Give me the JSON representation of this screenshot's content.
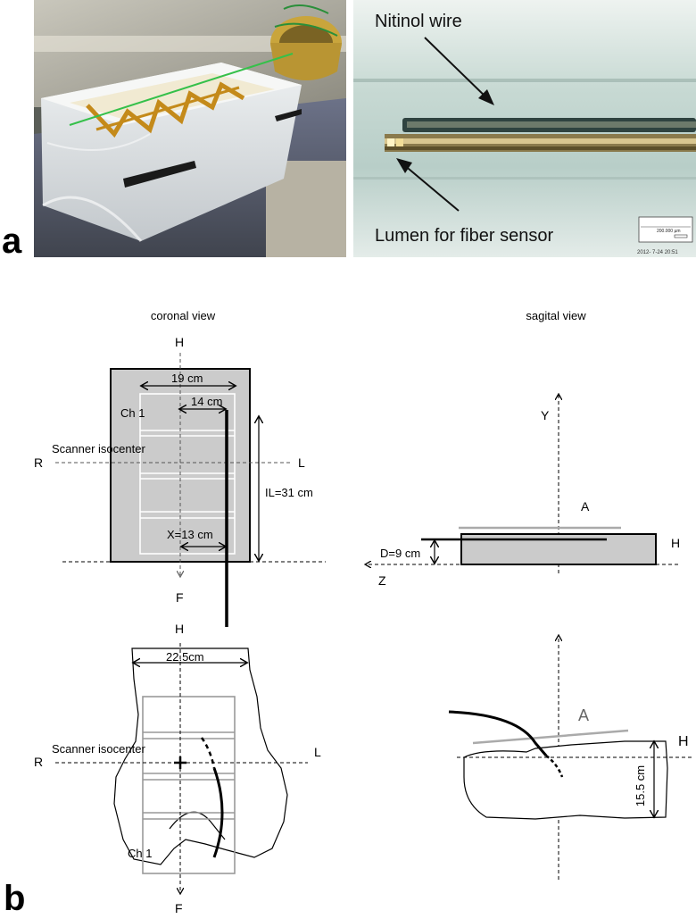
{
  "panel_a": {
    "label": "a",
    "right_photo": {
      "annotation_wire": "Nitinol wire",
      "annotation_lumen": "Lumen for fiber sensor",
      "scale_text": "200.000 µm",
      "timestamp": "2012- 7-24 20:51"
    }
  },
  "panel_b": {
    "label": "b",
    "coronal_title": "coronal view",
    "sagital_title": "sagital view",
    "phantom_coronal": {
      "H": "H",
      "F": "F",
      "R": "R",
      "L": "L",
      "isocenter": "Scanner isocenter",
      "width_outer": "19 cm",
      "width_inner": "14 cm",
      "channel": "Ch 1",
      "insertion_length": "IL=31 cm",
      "x_offset": "X=13 cm"
    },
    "phantom_sagital": {
      "Y": "Y",
      "A": "A",
      "H": "H",
      "Z": "Z",
      "depth": "D=9 cm"
    },
    "patient_coronal": {
      "H": "H",
      "F": "F",
      "R": "R",
      "L": "L",
      "isocenter": "Scanner isocenter",
      "width": "22.5cm",
      "channel": "Ch 1"
    },
    "patient_sagital": {
      "A": "A",
      "H": "H",
      "height": "15.5 cm"
    }
  }
}
